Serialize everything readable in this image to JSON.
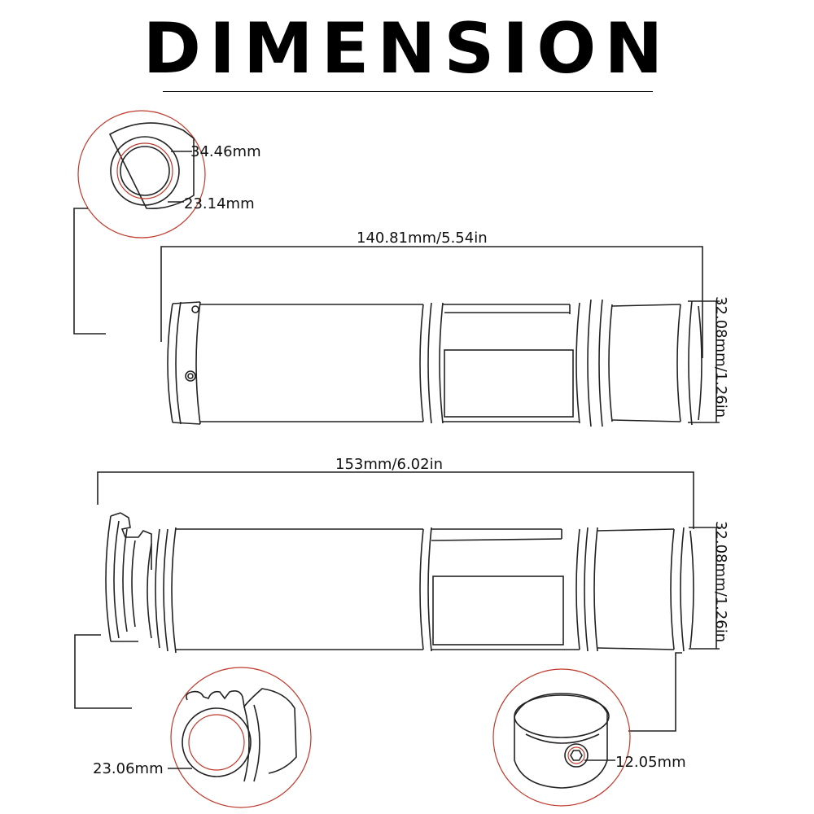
{
  "title": "DIMENSION",
  "labels": {
    "outer_diameter": "34.46mm",
    "inner_diameter": "23.14mm",
    "grip1_length": "140.81mm/5.54in",
    "grip1_diameter": "32.08mm/1.26in",
    "grip2_length": "153mm/6.02in",
    "grip2_diameter": "32.08mm/1.26in",
    "throttle_inner_diameter": "23.06mm",
    "end_cap_hex": "12.05mm"
  },
  "colors": {
    "line": "#222222",
    "circle_accent": "#c0392b",
    "background": "#ffffff"
  },
  "icons": [
    "hex-socket-icon"
  ]
}
